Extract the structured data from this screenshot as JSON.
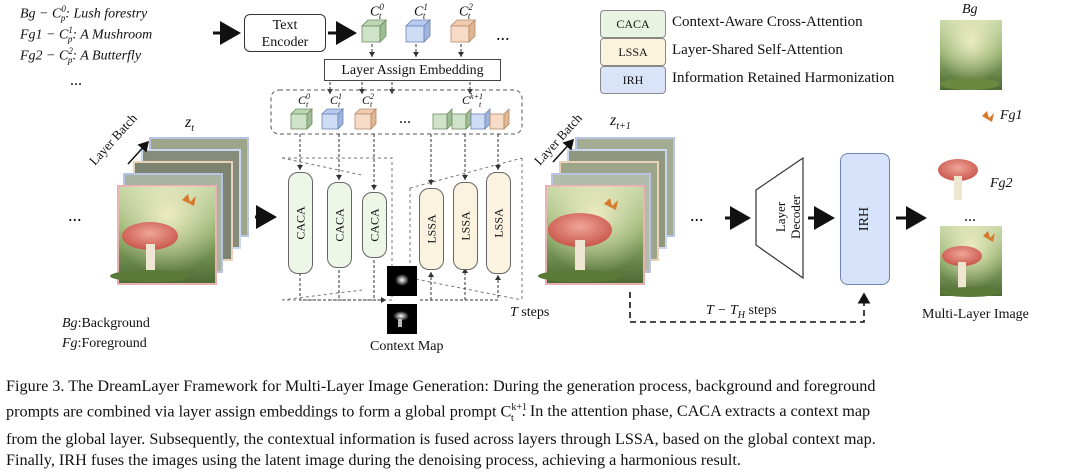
{
  "prompts": [
    {
      "id": "Bg",
      "sym": "Bg − C",
      "sup": "0",
      "sub": "p",
      "text": ": Lush forestry"
    },
    {
      "id": "Fg1",
      "sym": "Fg1 − C",
      "sup": "1",
      "sub": "p",
      "text": ": A Mushroom"
    },
    {
      "id": "Fg2",
      "sym": "Fg2 − C",
      "sup": "2",
      "sub": "p",
      "text": ": A Butterfly"
    }
  ],
  "ellipsis": "...",
  "text_encoder": {
    "line1": "Text",
    "line2": "Encoder"
  },
  "layer_assign": "Layer Assign Embedding",
  "legend": [
    {
      "abbr": "CACA",
      "desc": "Context-Aware Cross-Attention",
      "color": "#e9f3e2"
    },
    {
      "abbr": "LSSA",
      "desc": "Layer-Shared Self-Attention",
      "color": "#fcf3dd"
    },
    {
      "abbr": "IRH",
      "desc": "Information Retained Harmonization",
      "color": "#d9e4f8"
    }
  ],
  "tokens_top": [
    "C",
    "C",
    "C"
  ],
  "tokens_top_sup": [
    "0",
    "1",
    "2"
  ],
  "tokens_mid_sup": [
    "0",
    "1",
    "2",
    "k+1"
  ],
  "tok_sub": "t",
  "z_t": {
    "main": "z",
    "sub": "t"
  },
  "z_t1": {
    "main": "z",
    "sub": "t+1"
  },
  "layer_batch": "Layer Batch",
  "caca_label": "CACA",
  "lssa_label": "LSSA",
  "irh_label": "IRH",
  "t_steps": {
    "var": "T",
    "text": " steps"
  },
  "th_steps": {
    "var": "T − T",
    "sub": "H",
    "text": " steps"
  },
  "context_map": "Context Map",
  "layer_decoder": {
    "line1": "Layer",
    "line2": "Decoder"
  },
  "dots": "...",
  "legend_bg": {
    "sym": "Bg",
    "text": ":Background"
  },
  "legend_fg": {
    "sym": "Fg",
    "text": ":Foreground"
  },
  "right_labels": {
    "bg": "Bg",
    "fg1": "Fg1",
    "fg2": "Fg2",
    "multi": "Multi-Layer Image"
  },
  "caption": [
    "Figure 3.  The DreamLayer Framework for Multi-Layer Image Generation: During the generation process, background and foreground",
    "prompts are combined via layer assign embeddings to form a global prompt C",
    ". In the attention phase, CACA extracts a context map",
    "from the global layer. Subsequently, the contextual information is fused across layers through LSSA, based on the global context map.",
    "Finally, IRH fuses the images using the latent image during the denoising process, achieving a harmonious result."
  ],
  "caption_sup": "k+1",
  "caption_sub": "t",
  "colors": {
    "green": "#cfe3c8",
    "blue": "#cfdcf6",
    "peach": "#f6dcc6"
  }
}
